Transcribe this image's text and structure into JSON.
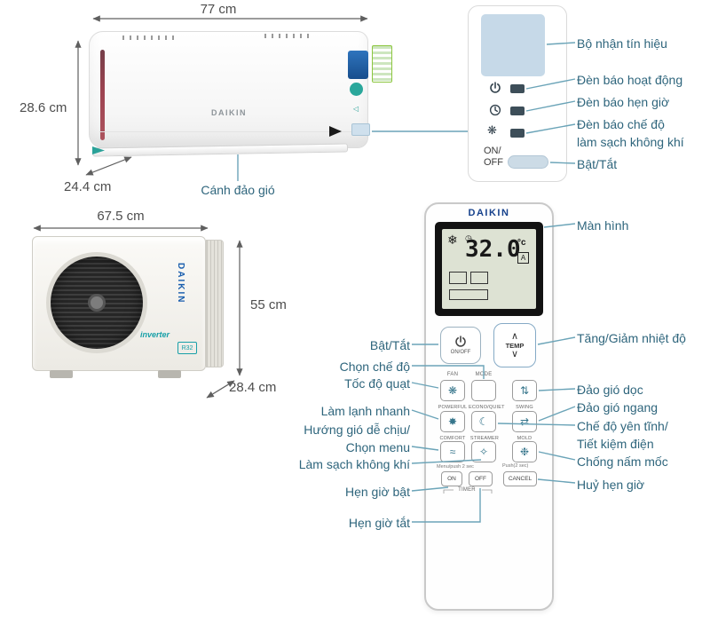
{
  "colors": {
    "label": "#2e657c",
    "line": "#6ba4b8",
    "dimension": "#4d4d4d",
    "receiver": "#c6d9e8",
    "daikin_blue": "#16418c",
    "teal_accent": "#18a0a8"
  },
  "indoor": {
    "dim_width": "77 cm",
    "dim_height": "28.6 cm",
    "dim_depth": "24.4 cm",
    "deflector_label": "Cánh đảo gió",
    "brand": "DAIKIN"
  },
  "outdoor": {
    "dim_width": "67.5 cm",
    "dim_height": "55 cm",
    "dim_depth": "28.4 cm",
    "brand": "DAIKIN",
    "badge_inverter": "inverter",
    "badge_gas": "R32"
  },
  "panel": {
    "receiver_label": "Bộ nhận tín hiệu",
    "operation_label": "Đèn báo hoạt động",
    "timer_label": "Đèn báo hẹn giờ",
    "clean_label_line1": "Đèn báo chế độ",
    "clean_label_line2": "làm sạch không khí",
    "onoff_line1": "ON/",
    "onoff_line2": "OFF",
    "onoff_label": "Bật/Tắt"
  },
  "remote": {
    "brand": "DAIKIN",
    "display": {
      "temp": "32.0",
      "unit": "°c",
      "mode": "A"
    },
    "buttons": {
      "onoff": "ON/OFF",
      "temp": "TEMP",
      "temp_up": "∧",
      "temp_down": "∨",
      "fan": "FAN",
      "mode": "MODE",
      "powerful": "POWERFUL",
      "econo": "ECONO/QUIET",
      "swing": "SWING",
      "comfort": "COMFORT",
      "streamer": "STREAMER",
      "mold": "MOLD",
      "timer_on": "ON",
      "timer_off": "OFF",
      "cancel": "CANCEL",
      "timer": "TIMER",
      "comfort_note": "Menu/push 2 sec",
      "mold_note": "Push(2 sec)"
    },
    "labels_left": {
      "onoff": "Bật/Tắt",
      "mode": "Chọn chế độ",
      "fan": "Tốc độ quạt",
      "powerful": "Làm lạnh nhanh",
      "comfort_1": "Hướng gió dễ chịu/",
      "comfort_2": "Chọn menu",
      "streamer": "Làm sạch không khí",
      "timer_on": "Hẹn giờ bật",
      "timer_off": "Hẹn giờ tắt"
    },
    "labels_right": {
      "screen": "Màn hình",
      "temp": "Tăng/Giảm nhiệt độ",
      "swing_v": "Đảo gió dọc",
      "swing_h": "Đảo gió ngang",
      "quiet_1": "Chế độ yên tĩnh/",
      "quiet_2": "Tiết kiệm điện",
      "mold": "Chống nấm mốc",
      "cancel": "Huỷ hẹn giờ"
    }
  },
  "icons": {
    "snowflake": "❄",
    "lcd_clock": "◷",
    "fan": "❋",
    "swing_v": "⇅",
    "swing_h": "⇄",
    "powerful": "✸",
    "econo": "☾",
    "comfort": "≈",
    "streamer": "✧",
    "mold": "❉",
    "clean": "❋",
    "receiver_mark": "◁"
  }
}
